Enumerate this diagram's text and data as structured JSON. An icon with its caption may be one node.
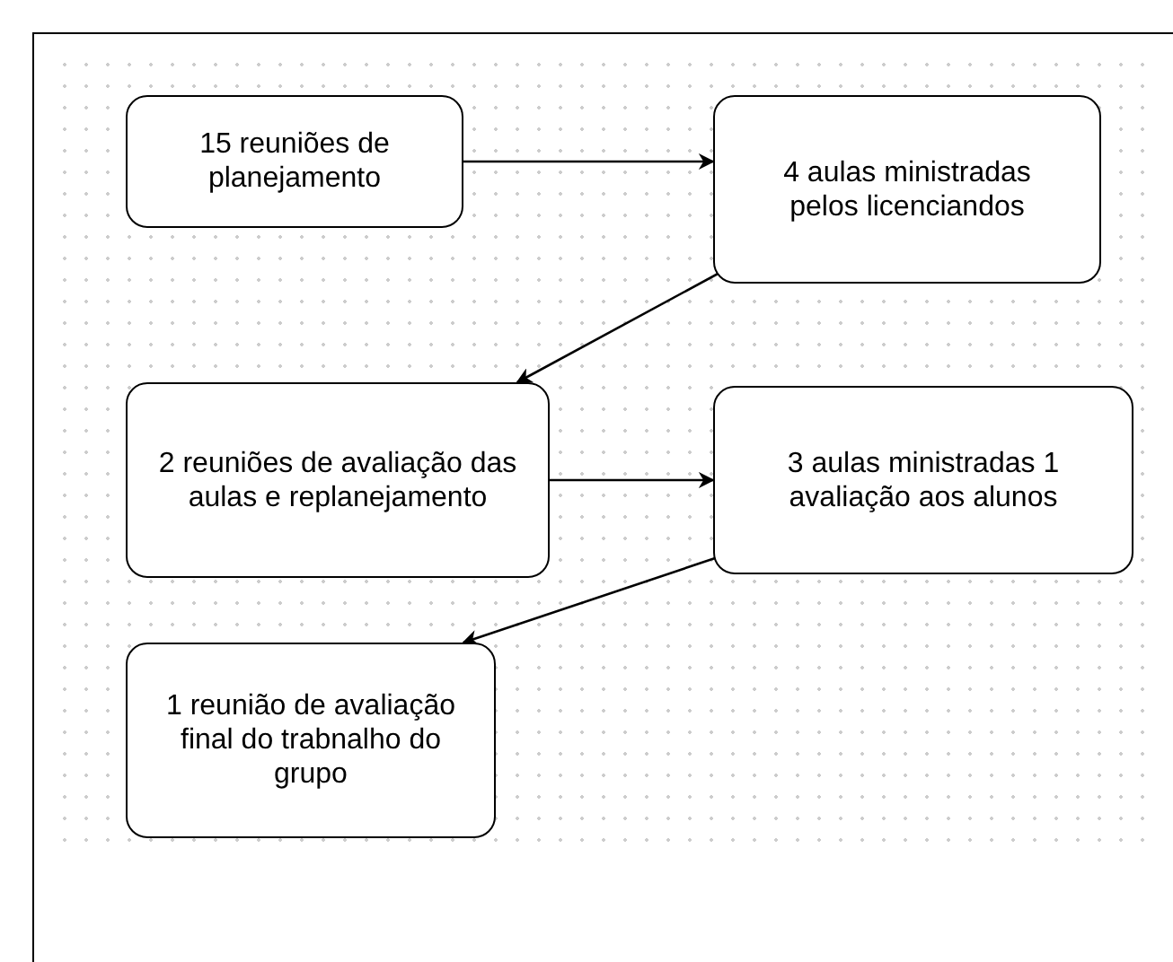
{
  "diagram": {
    "nodes": [
      {
        "text": [
          "15 reuniões de planejamento"
        ]
      },
      {
        "text": [
          "4 aulas ministradas pelos licenciandos"
        ]
      },
      {
        "text": [
          "2 reuniões de avaliação das aulas e replanejamento"
        ]
      },
      {
        "text": [
          "3 aulas ministradas 1 avaliação aos alunos"
        ]
      },
      {
        "text": [
          "1 reunião de avaliação final do trabnalho do grupo"
        ]
      }
    ],
    "edges": [
      {
        "from": 0,
        "to": 1,
        "arrow": "to"
      },
      {
        "from": 1,
        "to": 2,
        "arrow": "to"
      },
      {
        "from": 2,
        "to": 3,
        "arrow": "to"
      },
      {
        "from": 3,
        "to": 4,
        "arrow": "to"
      }
    ]
  }
}
